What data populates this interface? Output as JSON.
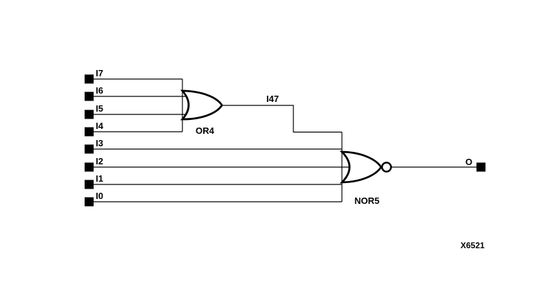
{
  "diagram": {
    "title_hint": "Logic schematic: OR4 feeding NOR5",
    "colors": {
      "ink": "#000000",
      "background": "#ffffff"
    },
    "inputs": [
      {
        "label": "I7"
      },
      {
        "label": "I6"
      },
      {
        "label": "I5"
      },
      {
        "label": "I4"
      },
      {
        "label": "I3"
      },
      {
        "label": "I2"
      },
      {
        "label": "I1"
      },
      {
        "label": "I0"
      }
    ],
    "gates": [
      {
        "label": "OR4",
        "type": "or",
        "inputs": [
          "I7",
          "I6",
          "I5",
          "I4"
        ],
        "output_net": "I47"
      },
      {
        "label": "NOR5",
        "type": "nor",
        "inputs": [
          "I47",
          "I3",
          "I2",
          "I1",
          "I0"
        ],
        "output_net": "O"
      }
    ],
    "net_label": "I47",
    "output_label": "O",
    "figure_label": "X6521"
  }
}
